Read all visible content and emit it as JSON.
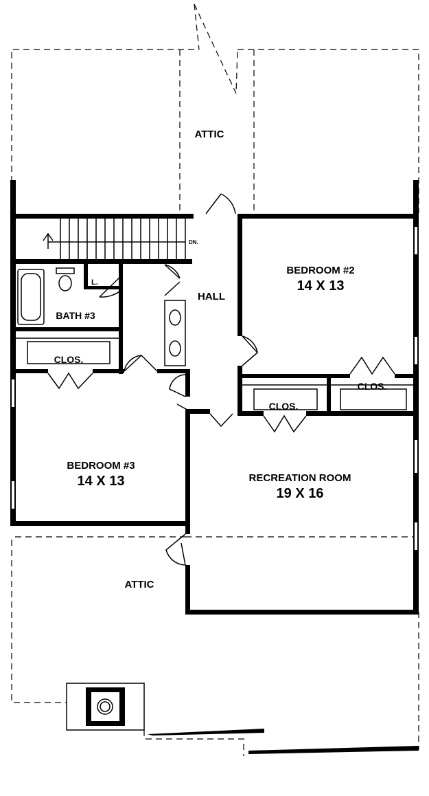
{
  "rooms": {
    "attic_top": {
      "name": "ATTIC"
    },
    "attic_bottom": {
      "name": "ATTIC"
    },
    "hall": {
      "name": "HALL"
    },
    "bedroom2": {
      "name": "BEDROOM #2",
      "size": "14 X 13"
    },
    "bedroom3": {
      "name": "BEDROOM #3",
      "size": "14 X 13"
    },
    "recreation": {
      "name": "RECREATION ROOM",
      "size": "19 X 16"
    },
    "bath3": {
      "name": "BATH #3"
    },
    "linen": {
      "name": "L."
    },
    "closet_bed3": {
      "name": "CLOS."
    },
    "closet_hall": {
      "name": "CLOS."
    },
    "closet_bed2": {
      "name": "CLOS."
    }
  },
  "stairs": {
    "direction": "DN."
  },
  "colors": {
    "ink": "#000000",
    "paper": "#ffffff"
  }
}
